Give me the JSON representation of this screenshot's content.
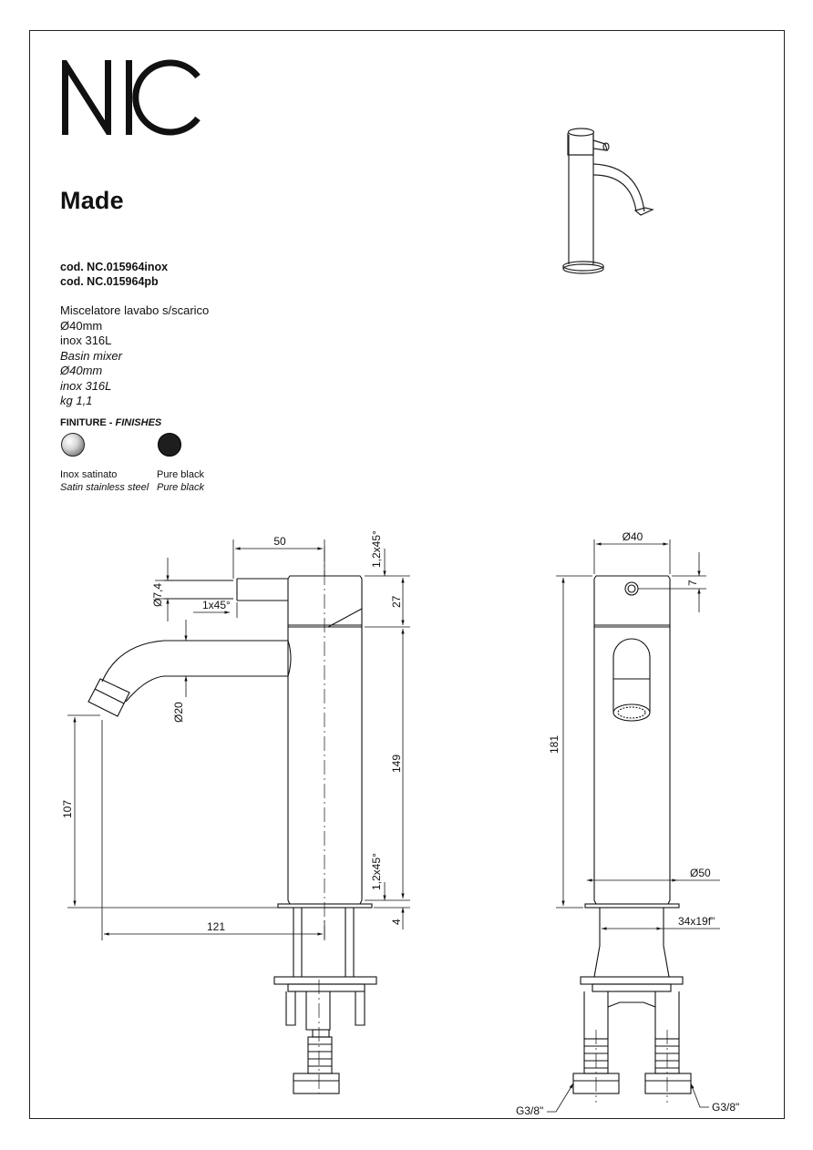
{
  "brand": {
    "logo_text": "NIC"
  },
  "product": {
    "name": "Made"
  },
  "codes": [
    "cod. NC.015964inox",
    "cod. NC.015964pb"
  ],
  "description_it": [
    "Miscelatore lavabo s/scarico",
    "Ø40mm",
    "inox 316L"
  ],
  "description_en": [
    "Basin mixer",
    "Ø40mm",
    "inox 316L",
    "kg 1,1"
  ],
  "finishes": {
    "title_it": "FINITURE",
    "separator": " - ",
    "title_en": "FINISHES",
    "items": [
      {
        "name_it": "Inox satinato",
        "name_en": "Satin stainless steel",
        "color": "#c8c8c8"
      },
      {
        "name_it": "Pure black",
        "name_en": "Pure black",
        "color": "#1e1e1e"
      }
    ]
  },
  "dimensions": {
    "handle_offset": "50",
    "chamfer_top": "1,2x45°",
    "handle_dia": "Ø7,4",
    "handle_chamfer": "1x45°",
    "top_height": "27",
    "spout_dia": "Ø20",
    "body_height": "149",
    "spout_height": "107",
    "chamfer_bottom": "1,2x45°",
    "base_height": "4",
    "spout_reach": "121",
    "body_dia": "Ø40",
    "handle_pos": "7",
    "total_height": "181",
    "base_dia": "Ø50",
    "thread": "34x19f\"",
    "inlet_left": "G3/8\"",
    "inlet_right": "G3/8\""
  }
}
